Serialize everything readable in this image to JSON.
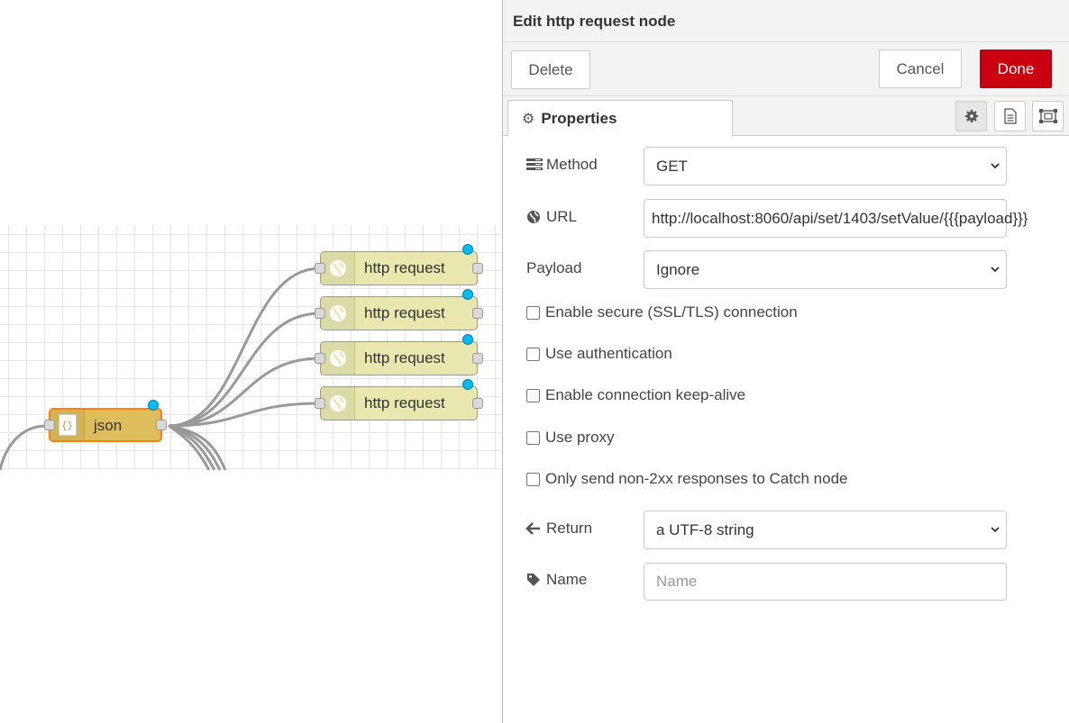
{
  "canvas": {
    "json_node": {
      "label": "json"
    },
    "http_nodes": [
      {
        "label": "http request"
      },
      {
        "label": "http request"
      },
      {
        "label": "http request"
      },
      {
        "label": "http request"
      }
    ]
  },
  "tray": {
    "title": "Edit http request node",
    "buttons": {
      "delete": "Delete",
      "cancel": "Cancel",
      "done": "Done"
    },
    "tabs": {
      "properties": "Properties"
    },
    "form": {
      "method": {
        "label": "Method",
        "value": "GET"
      },
      "url": {
        "label": "URL",
        "value": "http://localhost:8060/api/set/1403/setValue/{{{payload}}}"
      },
      "payload": {
        "label": "Payload",
        "value": "Ignore"
      },
      "checkboxes": [
        {
          "label": "Enable secure (SSL/TLS) connection",
          "checked": false
        },
        {
          "label": "Use authentication",
          "checked": false
        },
        {
          "label": "Enable connection keep-alive",
          "checked": false
        },
        {
          "label": "Use proxy",
          "checked": false
        },
        {
          "label": "Only send non-2xx responses to Catch node",
          "checked": false
        }
      ],
      "return": {
        "label": "Return",
        "value": "a UTF-8 string"
      },
      "name": {
        "label": "Name",
        "placeholder": "Name",
        "value": ""
      }
    }
  },
  "colors": {
    "http_node": "#e7e7ae",
    "json_node": "#debd5c",
    "selected_outline": "#ff7f0e",
    "changed_dot": "#00bcf2",
    "done_button": "#c8000f"
  }
}
